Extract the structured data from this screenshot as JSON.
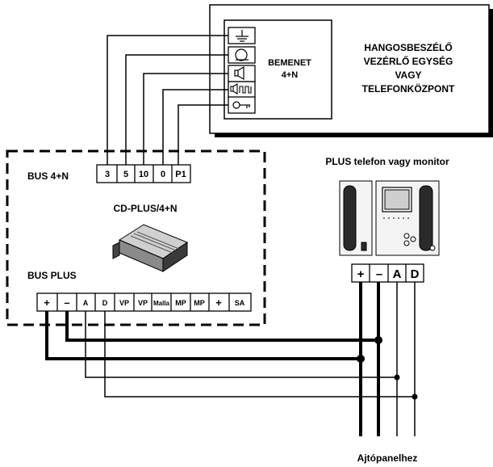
{
  "central_unit": {
    "title_lines": [
      "HANGOSBESZÉLŐ",
      "VEZÉRLŐ EGYSÉG",
      "VAGY",
      "TELEFONKÖZPONT"
    ],
    "input_label_lines": [
      "BEMENET",
      "4+N"
    ],
    "input_icons": [
      "ground-icon",
      "door-release-coil-icon",
      "speaker-icon",
      "call-tone-icon",
      "key-icon"
    ]
  },
  "converter": {
    "bus_4n_label": "BUS 4+N",
    "model": "CD-PLUS/4+N",
    "bus_plus_label": "BUS PLUS",
    "top_terminals": [
      "3",
      "5",
      "10",
      "0",
      "P1"
    ],
    "bottom_terminals": [
      "+",
      "–",
      "A",
      "D",
      "VP",
      "VP",
      "Malla",
      "MP",
      "MP",
      "+",
      "SA"
    ]
  },
  "monitor": {
    "title": "PLUS telefon vagy monitor",
    "terminals": [
      "+",
      "–",
      "A",
      "D"
    ]
  },
  "footer": {
    "destination": "Ajtópanelhez"
  }
}
